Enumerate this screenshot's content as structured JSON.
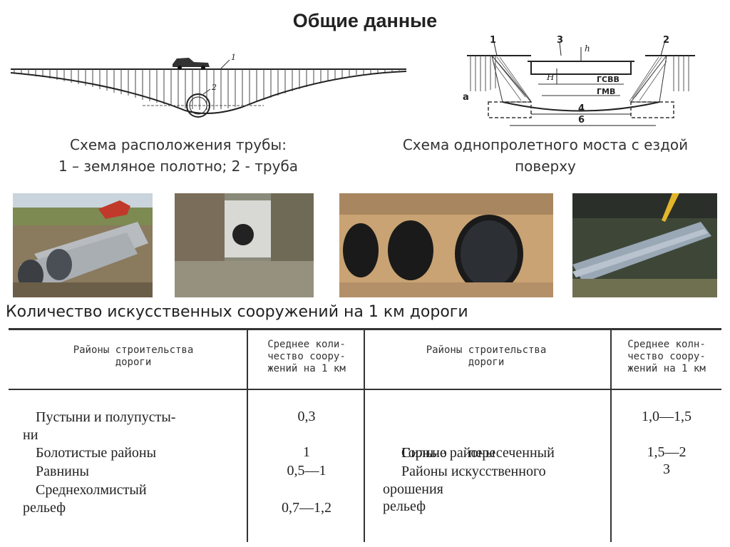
{
  "title": "Общие данные",
  "pipe_diagram": {
    "label_1": "1",
    "label_2": "2",
    "caption_line1": "Схема расположения трубы:",
    "caption_line2": "1 – земляное полотно; 2 - труба"
  },
  "bridge_diagram": {
    "label_1": "1",
    "label_2": "2",
    "label_3": "3",
    "label_4": "4",
    "label_6": "6",
    "label_a": "а",
    "label_h": "h",
    "label_H": "H",
    "label_gsvv": "ГСВВ",
    "label_gmv": "ГМВ",
    "caption_line1": "Схема однопролетного моста с ездой",
    "caption_line2": "поверху"
  },
  "subheading": "Количество искусственных сооружений на 1 км дороги",
  "table": {
    "headers": {
      "col1": [
        "Районы строительства",
        "дороги"
      ],
      "col2": [
        "Среднее коли-",
        "чество соору-",
        "жений на 1 км"
      ],
      "col3": [
        "Районы строительства",
        "дороги"
      ],
      "col4": [
        "Среднее колн-",
        "чество соору-",
        "жений на 1 км"
      ]
    },
    "left_rows": [
      {
        "region": [
          "Пустыни и полупусты-",
          "ни"
        ],
        "value": "0,3"
      },
      {
        "region": [
          "Болотистые районы"
        ],
        "value": "1"
      },
      {
        "region": [
          "Равнины"
        ],
        "value": "0,5—1"
      },
      {
        "region": [
          "Среднехолмистый",
          "рельеф"
        ],
        "value": "0,7—1,2"
      }
    ],
    "right_rows": [
      {
        "region": [
          "Сильно      пересеченный",
          "рельеф"
        ],
        "value": "1,0—1,5"
      },
      {
        "region": [
          "Горные районы"
        ],
        "value": "1,5—2"
      },
      {
        "region": [
          "Районы искусственного",
          "орошения"
        ],
        "value": "3"
      }
    ]
  }
}
